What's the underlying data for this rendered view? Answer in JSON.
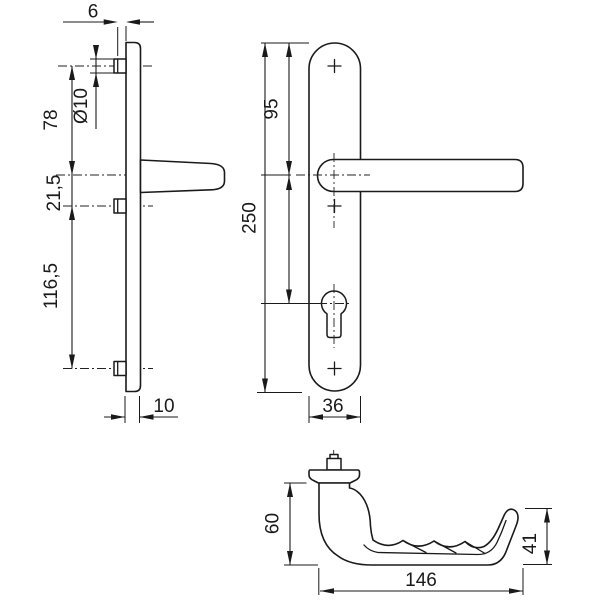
{
  "drawing": {
    "background": "#ffffff",
    "line_color": "#1a1a1a",
    "views": {
      "side_view": {
        "dim_boss_protrusion": "6",
        "dim_screw_head_diameter": "Ø10",
        "dim_top_screw_to_handle": "78",
        "dim_handle_to_mid_screw": "21,5",
        "dim_mid_to_bottom_screw": "116,5",
        "dim_plate_thickness": "10"
      },
      "front_view": {
        "dim_top_to_handle_center": "95",
        "dim_plate_height": "250",
        "dim_plate_width": "36"
      },
      "grip_profile_view": {
        "dim_height": "60",
        "dim_end_height": "41",
        "dim_length": "146"
      }
    }
  }
}
